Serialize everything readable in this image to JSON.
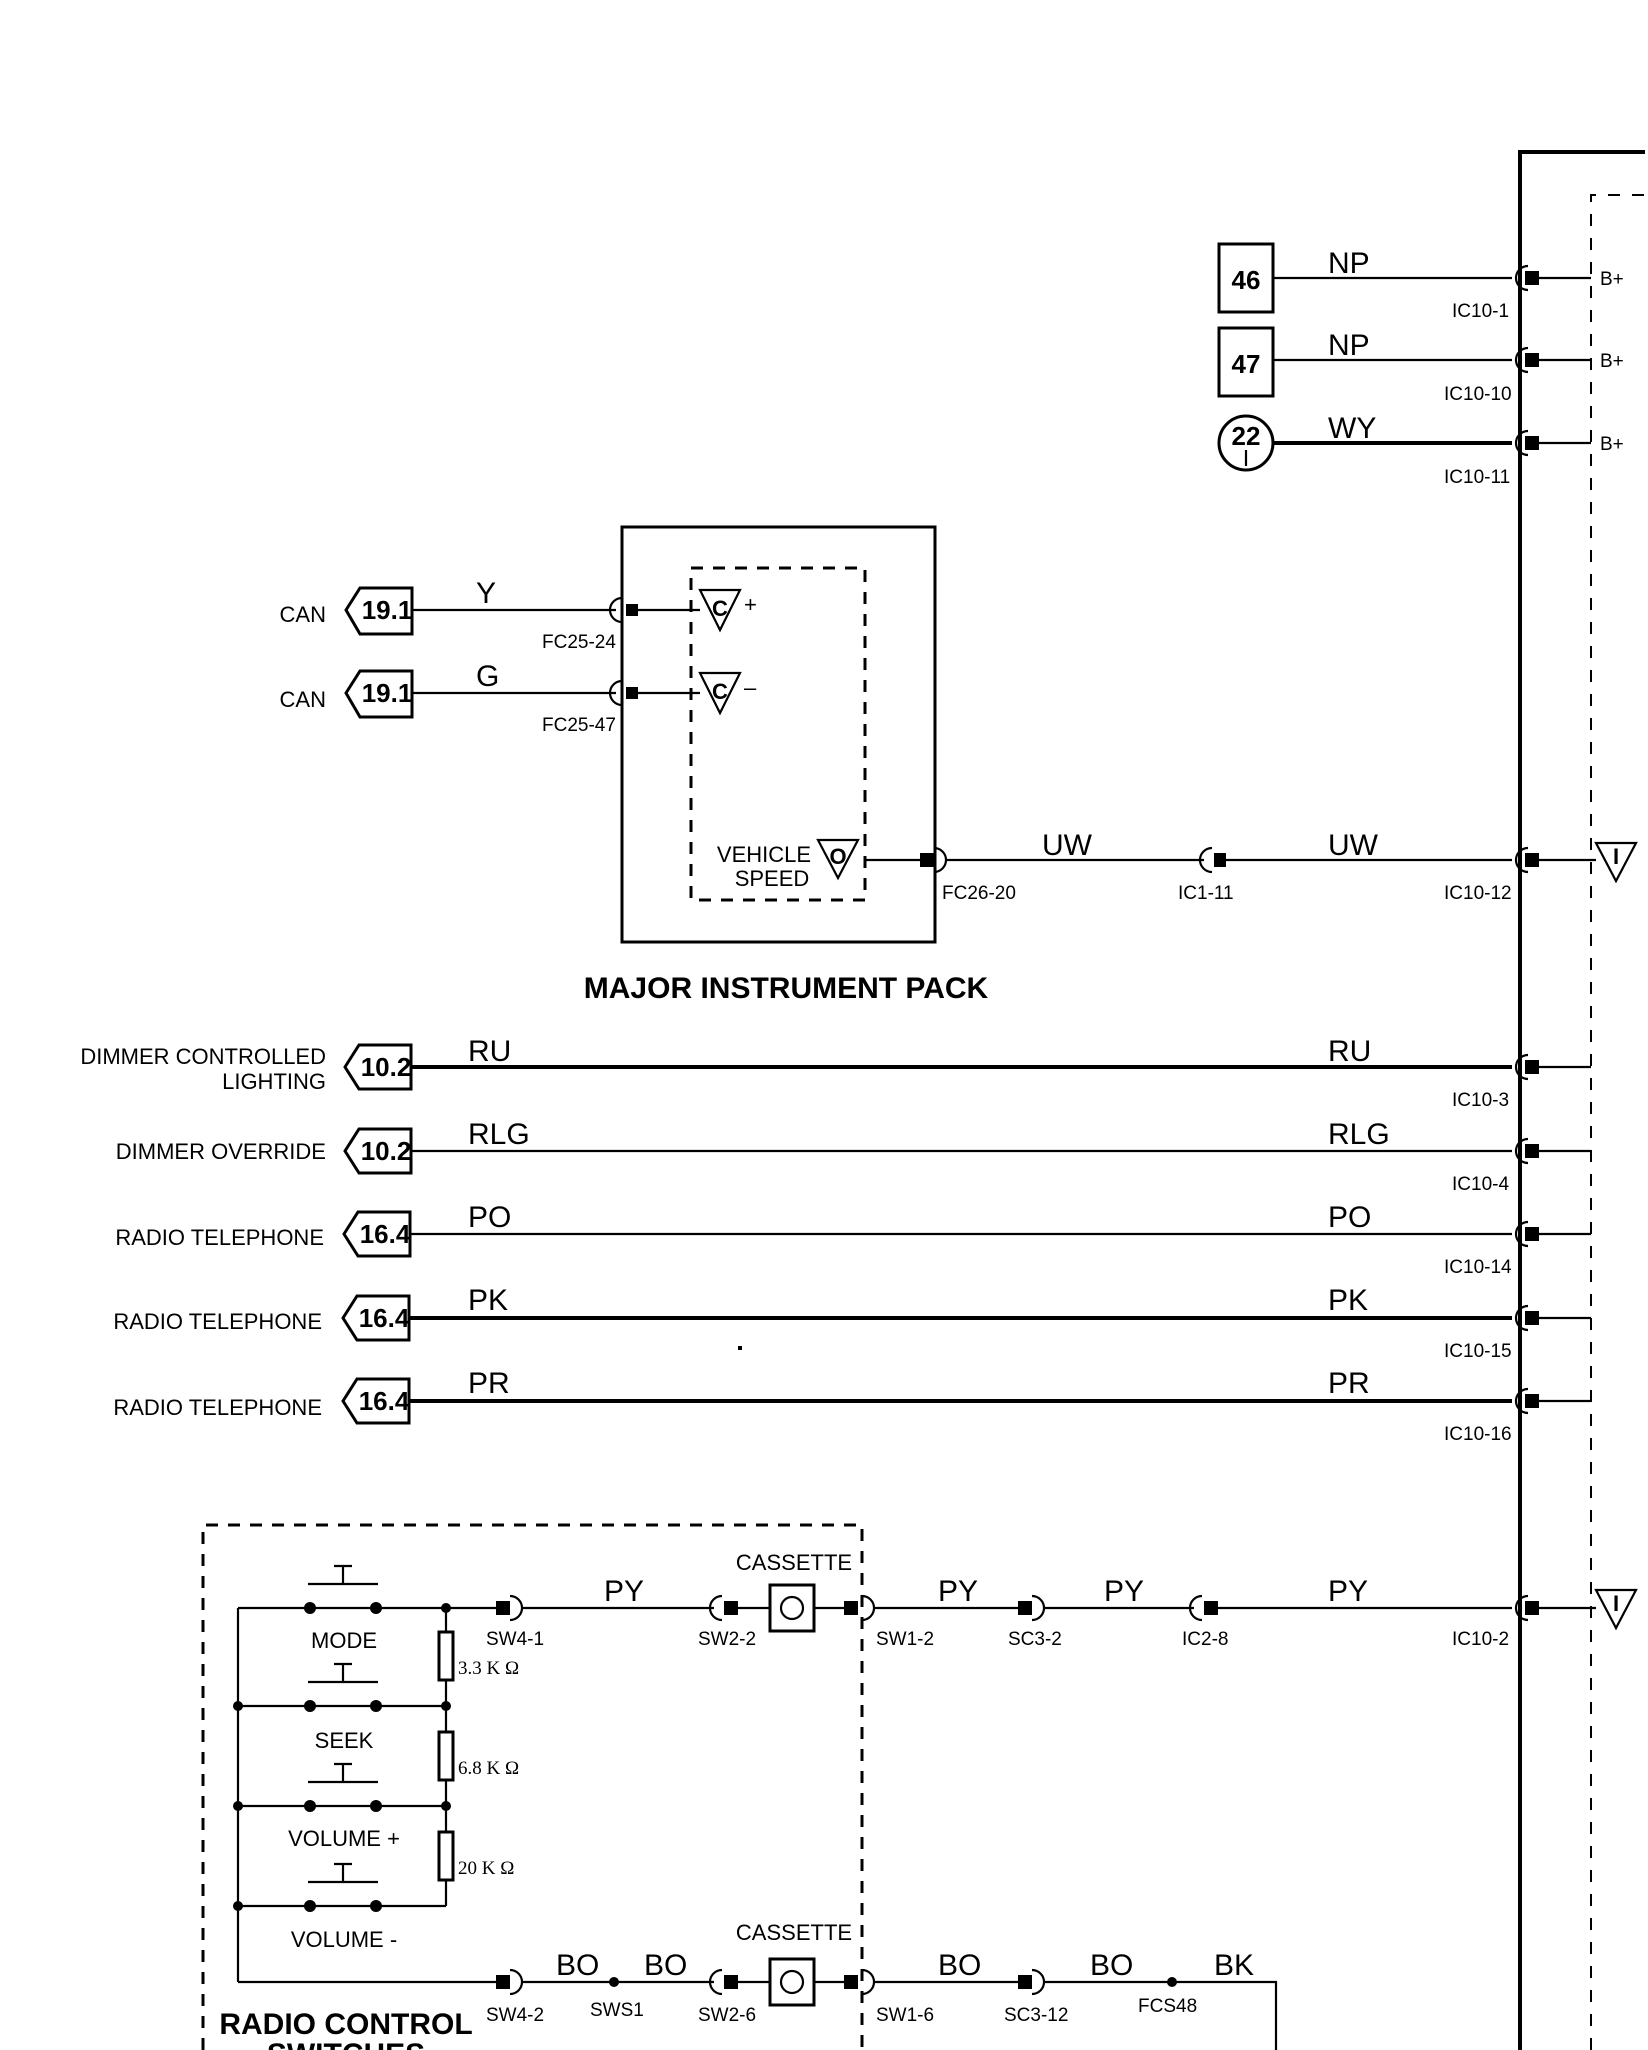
{
  "refs": {
    "r46": "46",
    "r47": "47",
    "r22": "22",
    "can1": "19.1",
    "can2": "19.1",
    "dim1": "10.2",
    "dim2": "10.2",
    "rt1": "16.4",
    "rt2": "16.4",
    "rt3": "16.4"
  },
  "signals": {
    "can1": "CAN",
    "can2": "CAN",
    "dim_ctrl_1": "DIMMER CONTROLLED",
    "dim_ctrl_2": "LIGHTING",
    "dim_ovr": "DIMMER OVERRIDE",
    "rt1": "RADIO TELEPHONE",
    "rt2": "RADIO TELEPHONE",
    "rt3": "RADIO TELEPHONE"
  },
  "wires": {
    "np1": "NP",
    "np2": "NP",
    "wy": "WY",
    "y": "Y",
    "g": "G",
    "uw1": "UW",
    "uw2": "UW",
    "ru1": "RU",
    "ru2": "RU",
    "rlg1": "RLG",
    "rlg2": "RLG",
    "po1": "PO",
    "po2": "PO",
    "pk1": "PK",
    "pk2": "PK",
    "pr1": "PR",
    "pr2": "PR",
    "py1": "PY",
    "py2": "PY",
    "py3": "PY",
    "py4": "PY",
    "bo1": "BO",
    "bo2": "BO",
    "bo3": "BO",
    "bo4": "BO",
    "bk": "BK"
  },
  "pins": {
    "ic10_1": "IC10-1",
    "ic10_10": "IC10-10",
    "ic10_11": "IC10-11",
    "fc25_24": "FC25-24",
    "fc25_47": "FC25-47",
    "fc26_20": "FC26-20",
    "ic1_11": "IC1-11",
    "ic10_12": "IC10-12",
    "ic10_3": "IC10-3",
    "ic10_4": "IC10-4",
    "ic10_14": "IC10-14",
    "ic10_15": "IC10-15",
    "ic10_16": "IC10-16",
    "sw4_1": "SW4-1",
    "sw2_2": "SW2-2",
    "sw1_2": "SW1-2",
    "sc3_2": "SC3-2",
    "ic2_8": "IC2-8",
    "ic10_2": "IC10-2",
    "sw4_2": "SW4-2",
    "sws1": "SWS1",
    "sw2_6": "SW2-6",
    "sw1_6": "SW1-6",
    "sc3_12": "SC3-12",
    "fcs48": "FCS48"
  },
  "bplus": {
    "b1": "B+",
    "b2": "B+",
    "b3": "B+"
  },
  "instrument": {
    "title": "MAJOR INSTRUMENT PACK",
    "c_plus": "C",
    "plus": "+",
    "c_minus": "C",
    "minus": "–",
    "o_sym": "O",
    "vs1": "VEHICLE",
    "vs2": "SPEED"
  },
  "switches": {
    "title1": "RADIO CONTROL",
    "title2": "SWITCHES",
    "mode": "MODE",
    "seek": "SEEK",
    "vol_up": "VOLUME +",
    "vol_down": "VOLUME -",
    "r1": "3.3 K Ω",
    "r2": "6.8 K Ω",
    "r3": "20 K Ω",
    "cass1": "CASSETTE",
    "cass2": "CASSETTE"
  },
  "i_sym": {
    "i1": "I",
    "i2": "I"
  }
}
